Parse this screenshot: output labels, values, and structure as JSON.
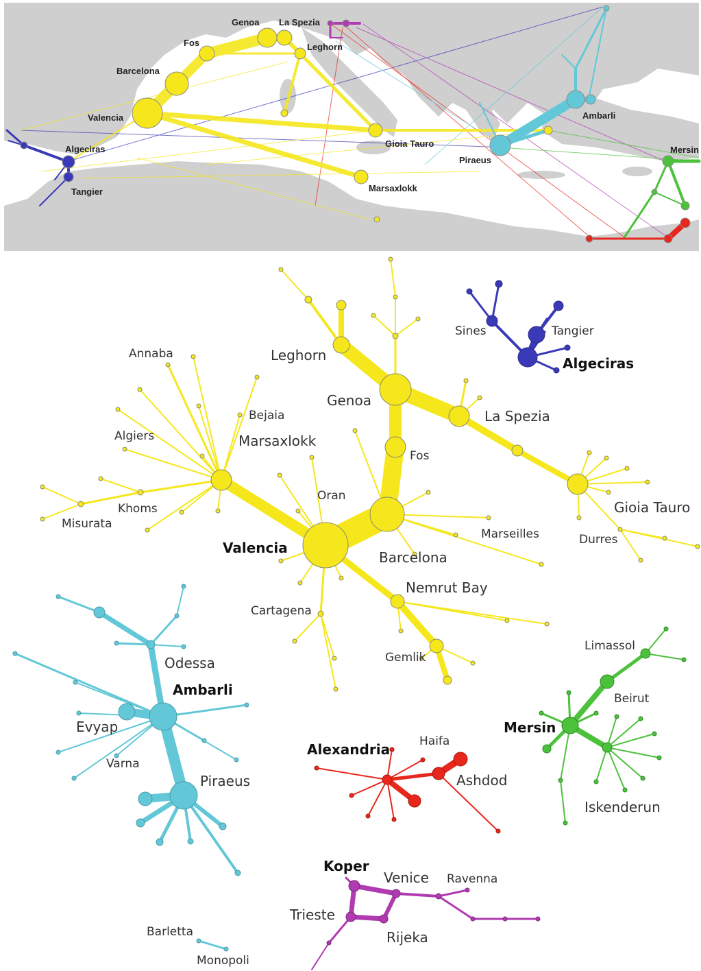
{
  "colors": {
    "western": "#f5e71c",
    "atlantic": "#3a3ab8",
    "aegean": "#62c8d8",
    "levant": "#4cc13b",
    "egypt": "#e8271c",
    "adriatic": "#b03bb0",
    "land": "#cfcfcf",
    "sea": "#ffffff"
  },
  "map_panel": {
    "labels": {
      "genoa": "Genoa",
      "la_spezia": "La Spezia",
      "fos": "Fos",
      "leghorn": "Leghorn",
      "barcelona": "Barcelona",
      "valencia": "Valencia",
      "algeciras": "Algeciras",
      "tangier": "Tangier",
      "gioia_tauro": "Gioia Tauro",
      "marsaxlokk": "Marsaxlokk",
      "piraeus": "Piraeus",
      "ambarli": "Ambarli",
      "mersin": "Mersin"
    }
  },
  "network_panel": {
    "labels": {
      "leghorn": "Leghorn",
      "genoa": "Genoa",
      "la_spezia": "La Spezia",
      "fos": "Fos",
      "annaba": "Annaba",
      "bejaia": "Bejaia",
      "algiers": "Algiers",
      "marsaxlokk": "Marsaxlokk",
      "khoms": "Khoms",
      "misurata": "Misurata",
      "oran": "Oran",
      "valencia": "Valencia",
      "barcelona": "Barcelona",
      "marseilles": "Marseilles",
      "gioia_tauro": "Gioia Tauro",
      "durres": "Durres",
      "nemrut_bay": "Nemrut Bay",
      "cartagena": "Cartagena",
      "gemlik": "Gemlik",
      "sines": "Sines",
      "tangier": "Tangier",
      "algeciras": "Algeciras",
      "odessa": "Odessa",
      "ambarli": "Ambarli",
      "evyap": "Evyap",
      "varna": "Varna",
      "piraeus": "Piraeus",
      "limassol": "Limassol",
      "beirut": "Beirut",
      "mersin": "Mersin",
      "iskenderun": "Iskenderun",
      "alexandria": "Alexandria",
      "haifa": "Haifa",
      "ashdod": "Ashdod",
      "koper": "Koper",
      "venice": "Venice",
      "ravenna": "Ravenna",
      "trieste": "Trieste",
      "rijeka": "Rijeka",
      "barletta": "Barletta",
      "monopoli": "Monopoli"
    }
  }
}
